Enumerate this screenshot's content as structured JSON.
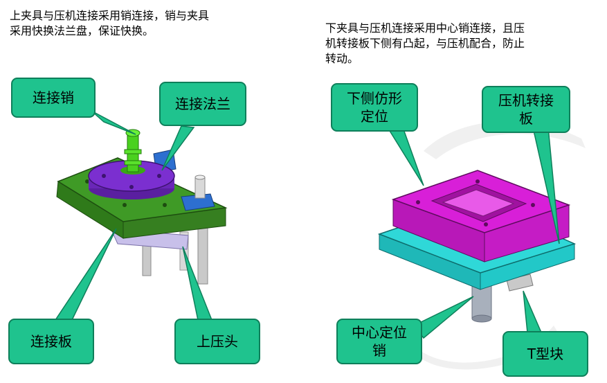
{
  "descriptions": {
    "left": "上夹具与压机连接采用销连接，销与夹具\n采用快换法兰盘，保证快换。",
    "right": "下夹具与压机连接采用中心销连接，且压\n机转接板下侧有凸起，与压机配合，防止\n转动。"
  },
  "callouts": {
    "connecting_pin": "连接销",
    "connecting_flange": "连接法兰",
    "connecting_plate": "连接板",
    "upper_press_head": "上压头",
    "lower_profile_locator": "下侧仿形\n定位",
    "press_adapter_plate": "压机转接\n板",
    "center_locating_pin": "中心定位\n销",
    "t_block": "T型块"
  },
  "colors": {
    "callout_fill": "#1fc38e",
    "callout_border": "#0e7f5a",
    "plate_green": "#3f9a26",
    "flange_purple": "#7b2fd0",
    "pin_green": "#4ad11f",
    "fixture_magenta": "#d81fd8",
    "adapter_cyan": "#2fd8d8",
    "guide_blue": "#2d6fd0"
  }
}
